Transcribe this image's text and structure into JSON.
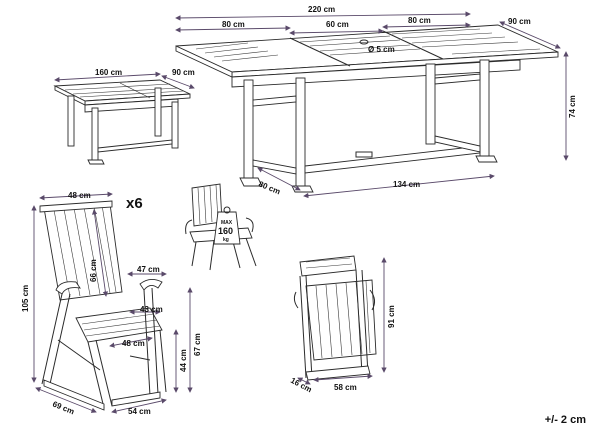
{
  "quantity_label": "x6",
  "tolerance": "+/- 2 cm",
  "weight_badge": {
    "line1": "MAX",
    "line2": "160",
    "line3": "kg"
  },
  "table_extended": {
    "total_length": "220 cm",
    "leaf_left": "80 cm",
    "middle": "60 cm",
    "leaf_right": "80 cm",
    "width": "90 cm",
    "umbrella_hole": "Ø 5 cm",
    "height": "74 cm",
    "depth": "80 cm",
    "base_length": "134 cm"
  },
  "table_compact": {
    "length": "160 cm",
    "width": "90 cm"
  },
  "chair_front": {
    "seat_width": "48 cm",
    "back_height": "66 cm",
    "armrest": "47 cm",
    "seat_depth": "43 cm",
    "inner_width": "48 cm",
    "seat_height": "44 cm",
    "arm_height": "67 cm",
    "total_height": "105 cm",
    "depth": "69 cm",
    "base_width": "54 cm"
  },
  "chair_folded": {
    "height": "91 cm",
    "width": "58 cm",
    "thickness": "16 cm"
  }
}
